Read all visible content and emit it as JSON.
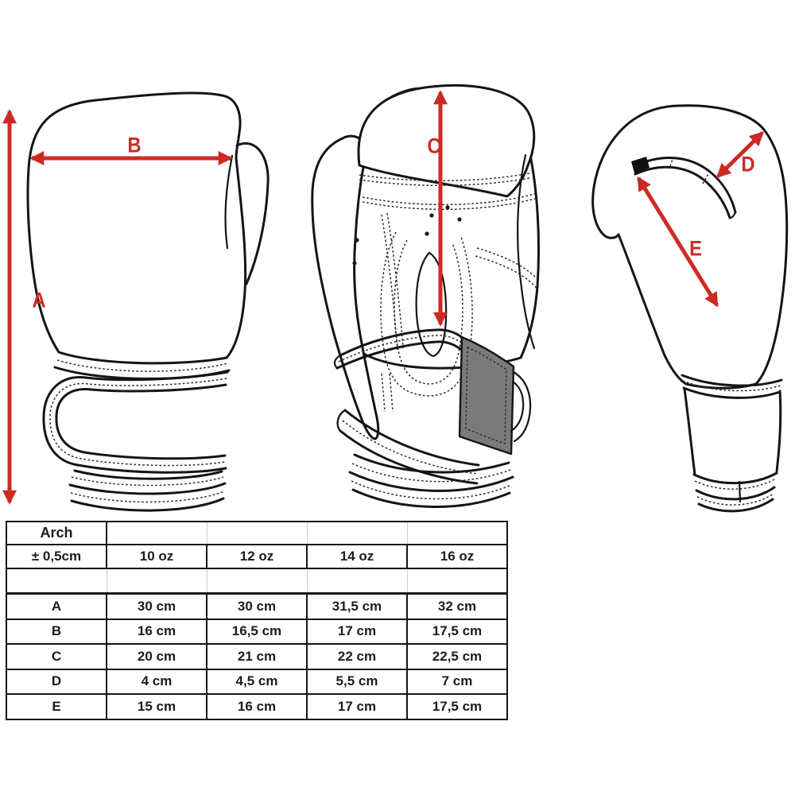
{
  "colors": {
    "accent_red": "#cc2b24",
    "outline": "#151515",
    "velcro_gray": "#7a7a7a",
    "table_line": "#161616",
    "light_line": "#cfcfcf"
  },
  "diagram": {
    "labels": {
      "a": "A",
      "b": "B",
      "c": "C",
      "d": "D",
      "e": "E"
    }
  },
  "size_table": {
    "corner_title": "Arch",
    "tolerance": "± 0,5cm",
    "size_headers": [
      "10 oz",
      "12 oz",
      "14 oz",
      "16 oz"
    ],
    "rows": [
      {
        "label": "A",
        "values": [
          "30 cm",
          "30 cm",
          "31,5 cm",
          "32 cm"
        ]
      },
      {
        "label": "B",
        "values": [
          "16 cm",
          "16,5 cm",
          "17 cm",
          "17,5 cm"
        ]
      },
      {
        "label": "C",
        "values": [
          "20 cm",
          "21 cm",
          "22 cm",
          "22,5 cm"
        ]
      },
      {
        "label": "D",
        "values": [
          "4 cm",
          "4,5 cm",
          "5,5 cm",
          "7 cm"
        ]
      },
      {
        "label": "E",
        "values": [
          "15 cm",
          "16 cm",
          "17 cm",
          "17,5 cm"
        ]
      }
    ]
  }
}
